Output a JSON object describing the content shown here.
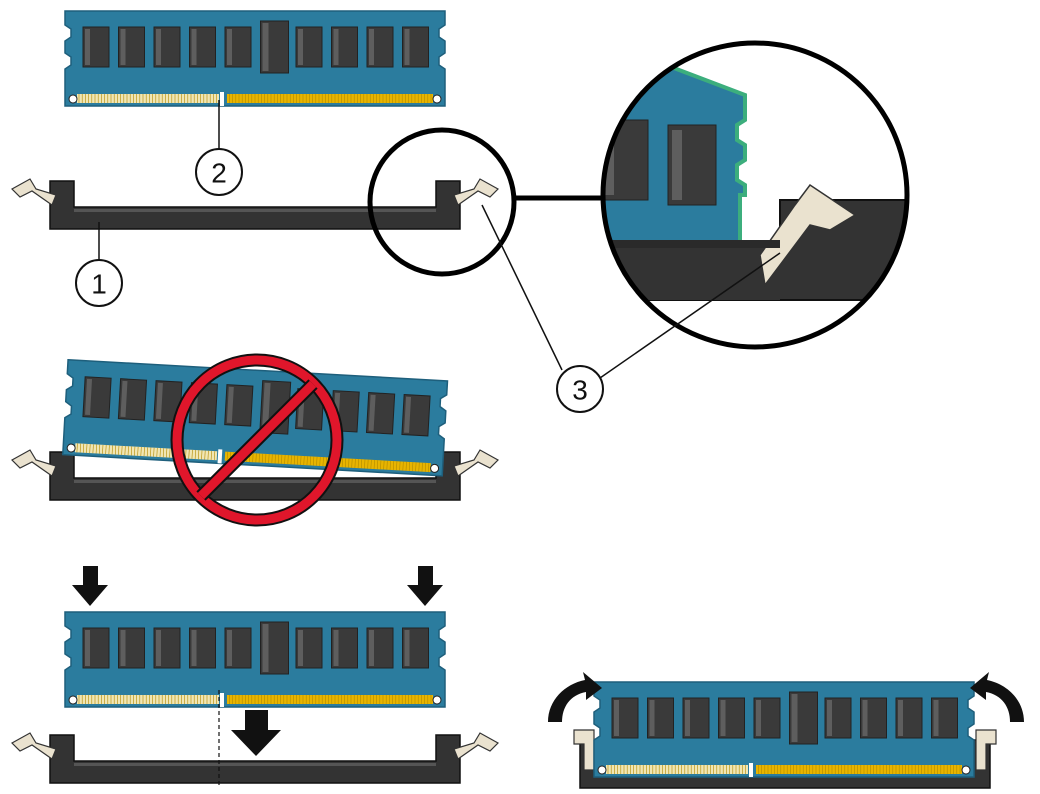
{
  "callouts": [
    {
      "number": "1",
      "target": "dimm-slot"
    },
    {
      "number": "2",
      "target": "dimm-key-notch"
    },
    {
      "number": "3",
      "target": "ejector-lever"
    }
  ],
  "colors": {
    "pcb": "#2b7c9e",
    "pcb_dark": "#1e5f7c",
    "chip": "#3a3a3a",
    "chip_highlight": "#5e5e5e",
    "contacts_gold": "#e8b400",
    "contacts_light": "#f1e6b4",
    "slot": "#333333",
    "slot_highlight": "#555555",
    "lever": "#eae2cf",
    "prohibited": "#e0162b",
    "arrow": "#111111",
    "green_edge": "#3cae7d"
  }
}
